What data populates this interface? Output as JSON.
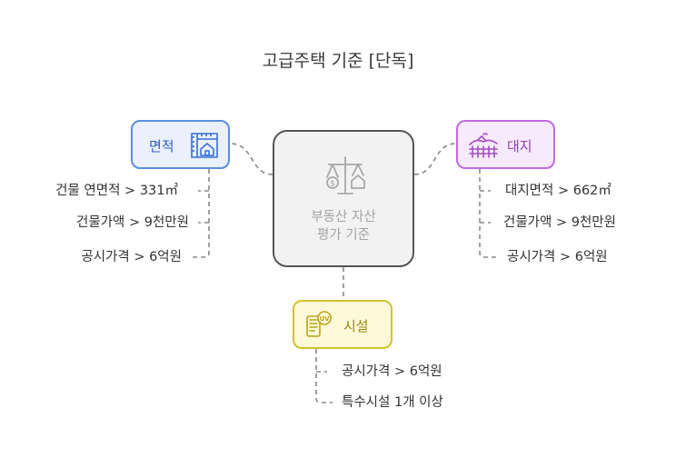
{
  "title": "고급주택 기준 [단독]",
  "center": {
    "line1": "부동산 자산",
    "line2": "평가 기준",
    "icon": "scale-house-icon"
  },
  "nodes": {
    "area": {
      "label": "면적",
      "icon": "blueprint-house-icon",
      "items": [
        "건물 연면적 > 331㎡",
        "건물가액 > 9천만원",
        "공시가격 > 6억원"
      ]
    },
    "land": {
      "label": "대지",
      "icon": "land-fence-icon",
      "items": [
        "대지면적 > 662㎡",
        "건물가액 > 9천만원",
        "공시가격 > 6억원"
      ]
    },
    "facility": {
      "label": "시설",
      "icon": "phone-uv-icon",
      "items": [
        "공시가격 > 6억원",
        "특수시설 1개 이상"
      ]
    }
  },
  "colors": {
    "area_border": "#5a8ee0",
    "area_fill": "#eaf1fd",
    "land_border": "#c06be0",
    "land_fill": "#f7eafd",
    "facility_border": "#d6c328",
    "facility_fill": "#fdf8d8",
    "center_border": "#555555",
    "center_fill": "#f2f2f2",
    "connector": "#888888"
  }
}
